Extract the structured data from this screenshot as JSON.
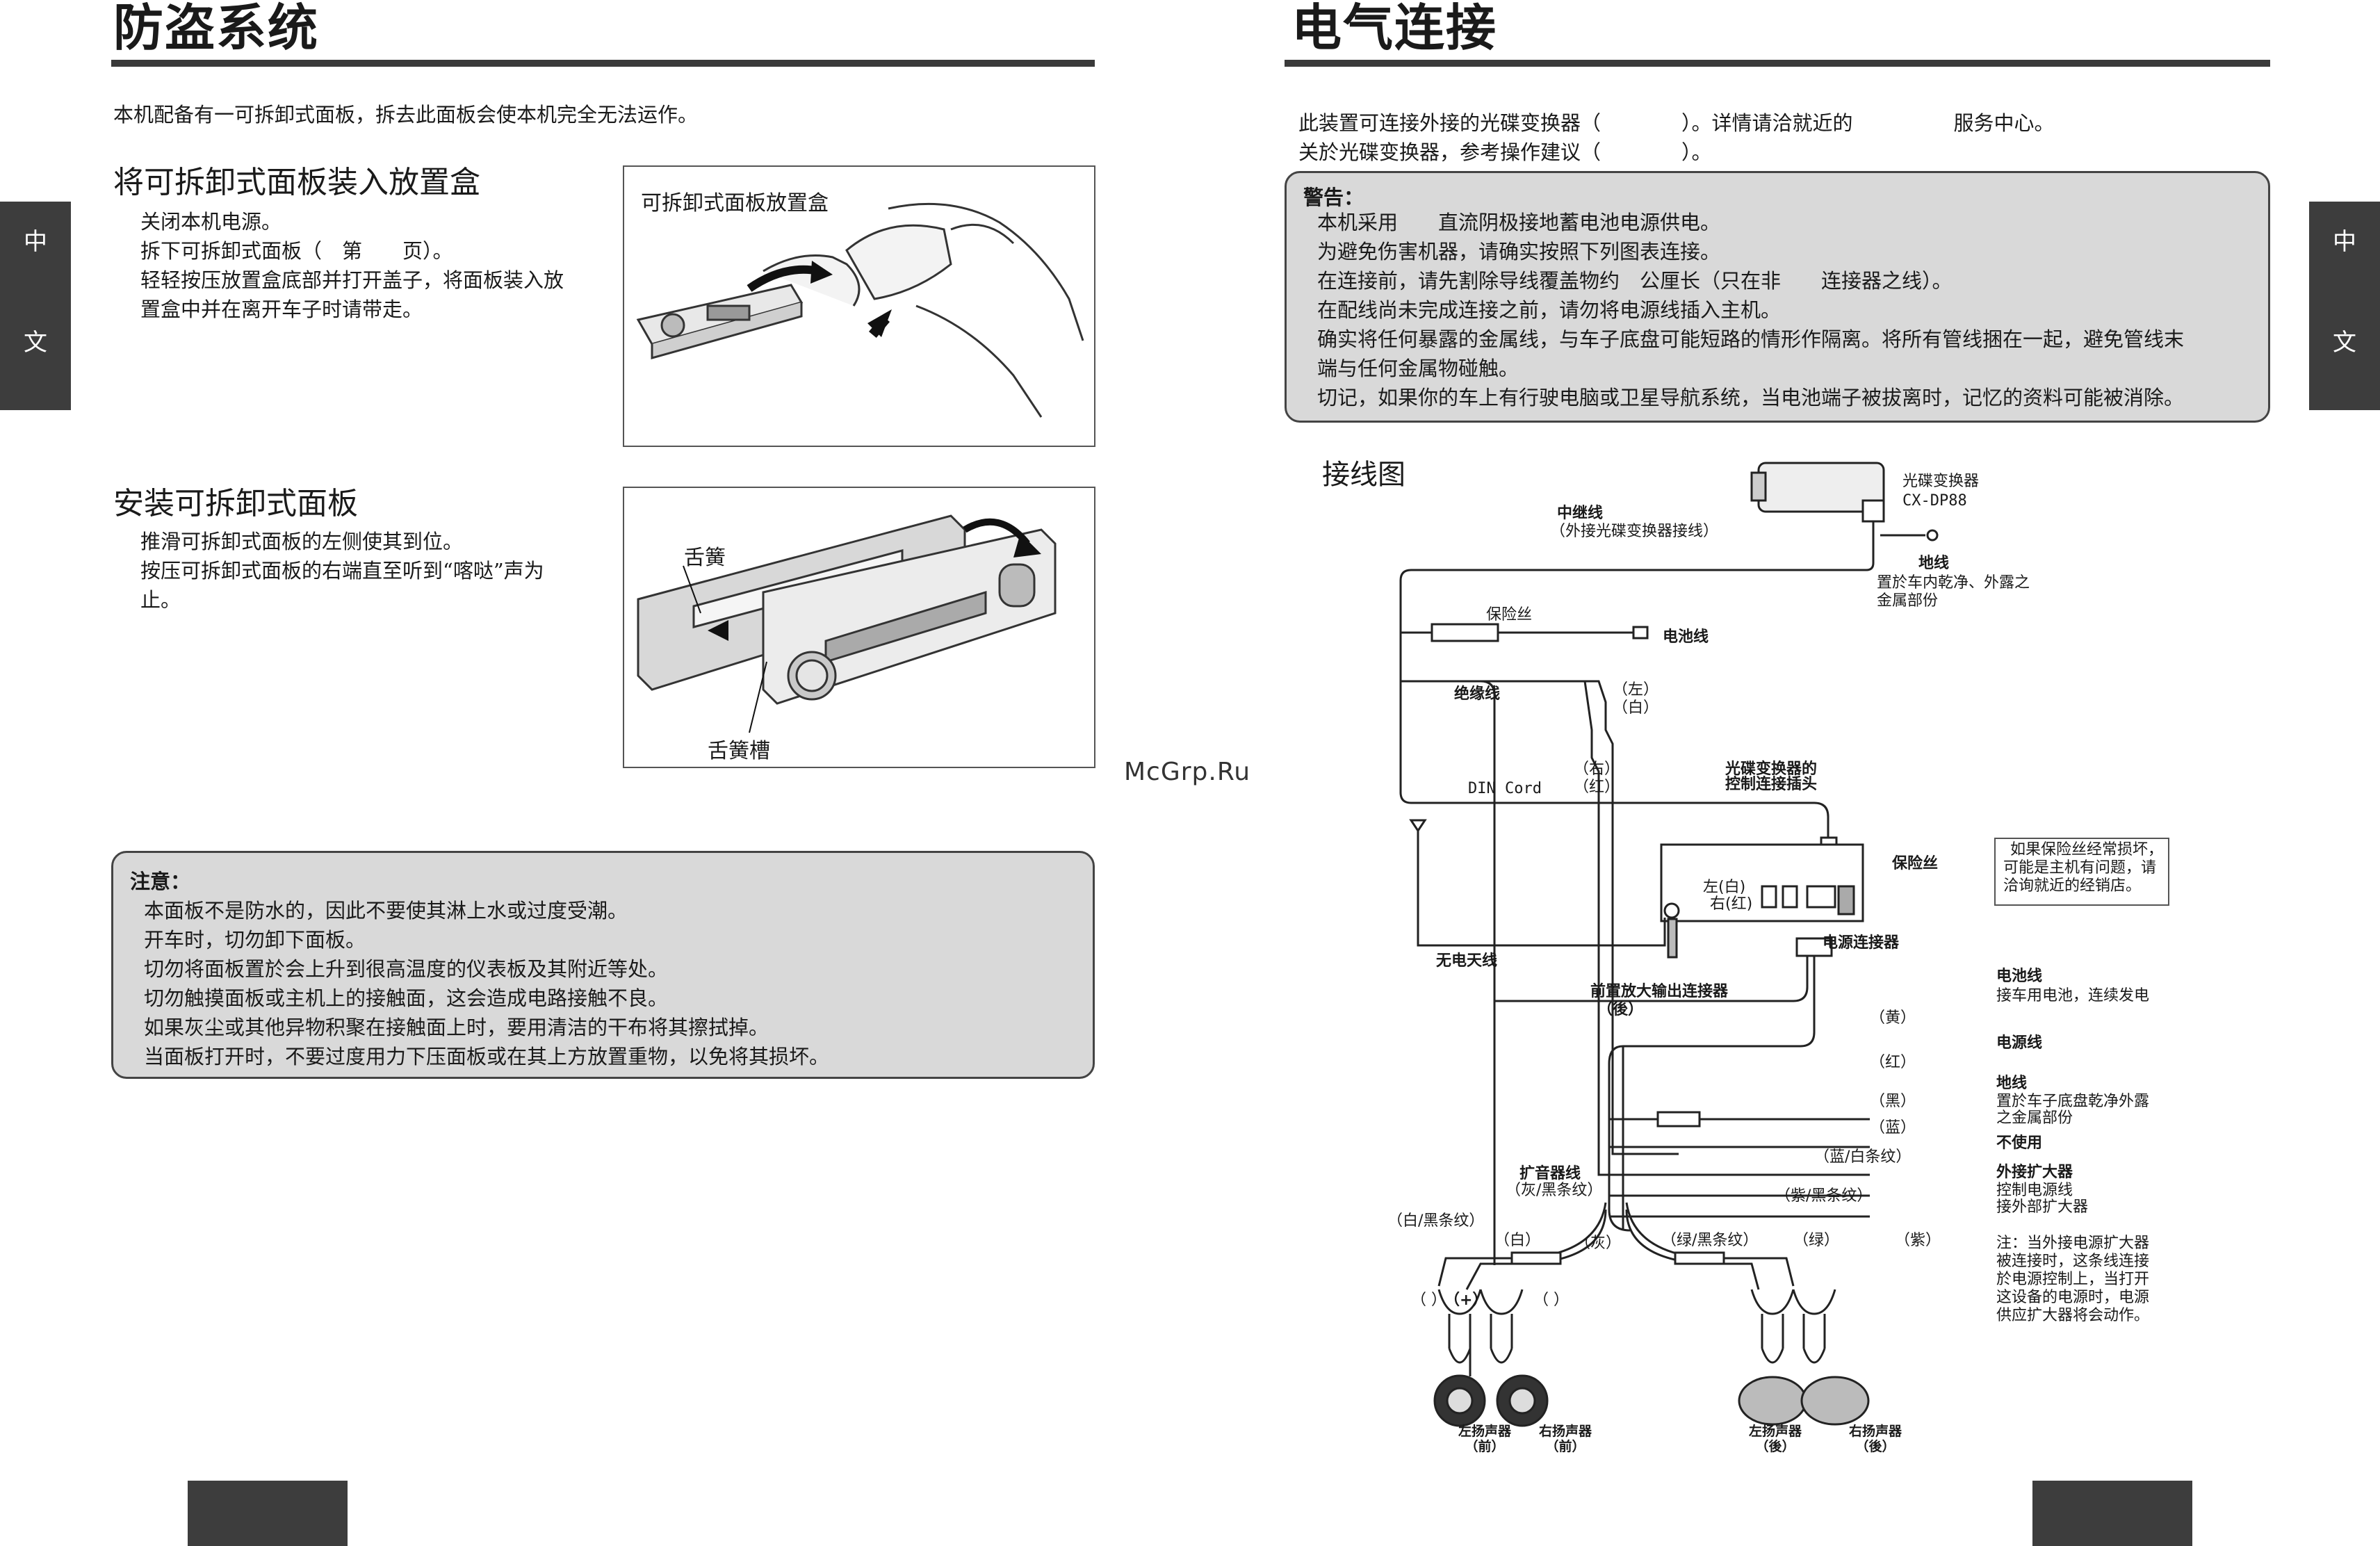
{
  "left": {
    "title": "防盗系统",
    "tab": {
      "c1": "中",
      "c2": "文"
    },
    "intro": "本机配备有一可拆卸式面板，拆去此面板会使本机完全无法运作。",
    "sec1": {
      "heading": "将可拆卸式面板装入放置盒",
      "steps": [
        "关闭本机电源。",
        "拆下可拆卸式面板（　第　　页）。",
        "轻轻按压放置盒底部并打开盖子，将面板装入放",
        "置盒中并在离开车子时请带走。"
      ],
      "fig_label": "可拆卸式面板放置盒"
    },
    "sec2": {
      "heading": "安装可拆卸式面板",
      "steps": [
        "推滑可拆卸式面板的左侧使其到位。",
        "按压可拆卸式面板的右端直至听到“喀哒”声为",
        "止。"
      ],
      "fig_label_spring": "舌簧",
      "fig_label_slot": "舌簧槽"
    },
    "note": {
      "title": "注意：",
      "items": [
        "本面板不是防水的，因此不要使其淋上水或过度受潮。",
        "开车时，切勿卸下面板。",
        "切勿将面板置於会上升到很高温度的仪表板及其附近等处。",
        "切勿触摸面板或主机上的接触面，这会造成电路接触不良。",
        "如果灰尘或其他异物积聚在接触面上时，要用清洁的干布将其擦拭掉。",
        "当面板打开时，不要过度用力下压面板或在其上方放置重物，以免将其损坏。"
      ]
    }
  },
  "watermark": "McGrp.Ru",
  "right": {
    "title": "电气连接",
    "tab": {
      "c1": "中",
      "c2": "文"
    },
    "intro1": "此装置可连接外接的光碟变换器（　　　　）。详情请洽就近的　　　　　服务中心。",
    "intro2": "关於光碟变换器，参考操作建议（　　　　）。",
    "warning": {
      "title": "警告：",
      "items": [
        "本机采用　　直流阴极接地蓄电池电源供电。",
        "为避免伤害机器，请确实按照下列图表连接。",
        "在连接前，请先割除导线覆盖物约　公厘长（只在非　　连接器之线）。",
        "在配线尚未完成连接之前，请勿将电源线插入主机。",
        "确实将任何暴露的金属线，与车子底盘可能短路的情形作隔离。将所有管线捆在一起，避免管线末",
        "端与任何金属物碰触。",
        "切记，如果你的车上有行驶电脑或卫星导航系统，当电池端子被拔离时，记忆的资料可能被消除。"
      ]
    },
    "diagram": {
      "title": "接线图",
      "changer": "光碟变换器",
      "changer_model": "CX-DP88",
      "relay": "中继线",
      "relay_sub": "（外接光碟变换器接线）",
      "ground": "地线",
      "ground_sub1": "置於车内乾净、外露之",
      "ground_sub2": "金属部份",
      "fuse": "保险丝",
      "battery_line": "电池线",
      "insulated": "绝缘线",
      "left": "（左）",
      "white": "（白）",
      "right": "（右）",
      "red": "（红）",
      "din": "DIN Cord",
      "ctrl1": "光碟变换器的",
      "ctrl2": "控制连接插头",
      "fuse2": "保险丝",
      "advice1": "如果保险丝经常损坏，",
      "advice2": "可能是主机有问题，请",
      "advice3": "洽询就近的经销店。",
      "lw": "左(白)",
      "rr": "右(红)",
      "antenna": "无电天线",
      "power_conn": "电源连接器",
      "preamp1": "前置放大输出连接器",
      "preamp2": "（後）",
      "yellow": "（黄）",
      "red2": "（红）",
      "black": "（黑）",
      "blue": "（蓝）",
      "bluewhite": "（蓝/白条纹）",
      "bat": "电池线",
      "bat_sub": "接车用电池，连续发电",
      "pwr": "电源线",
      "gnd": "地线",
      "gnd_sub1": "置於车子底盘乾净外露",
      "gnd_sub2": "之金属部份",
      "unused": "不使用",
      "amp": "外接扩大器",
      "amp_sub1": "控制电源线",
      "amp_sub2": "接外部扩大器",
      "note": [
        "注：当外接电源扩大器",
        "被连接时，这条线连接",
        "於电源控制上，当打开",
        "这设备的电源时，电源",
        "供应扩大器将会动作。"
      ],
      "spk_line": "扩音器线",
      "spk_line_sub": "（灰/黑条纹）",
      "wb": "（白/黑条纹）",
      "w": "（白）",
      "g": "（灰）",
      "gb": "（绿/黑条纹）",
      "gr": "（绿）",
      "pb": "（紫/黑条纹）",
      "p": "（紫）",
      "minus": "（ ）",
      "plus": "（+）",
      "minus2": "（ ）",
      "spk": [
        [
          "左扬声器",
          "（前）"
        ],
        [
          "右扬声器",
          "（前）"
        ],
        [
          "左扬声器",
          "（後）"
        ],
        [
          "右扬声器",
          "（後）"
        ]
      ]
    }
  }
}
